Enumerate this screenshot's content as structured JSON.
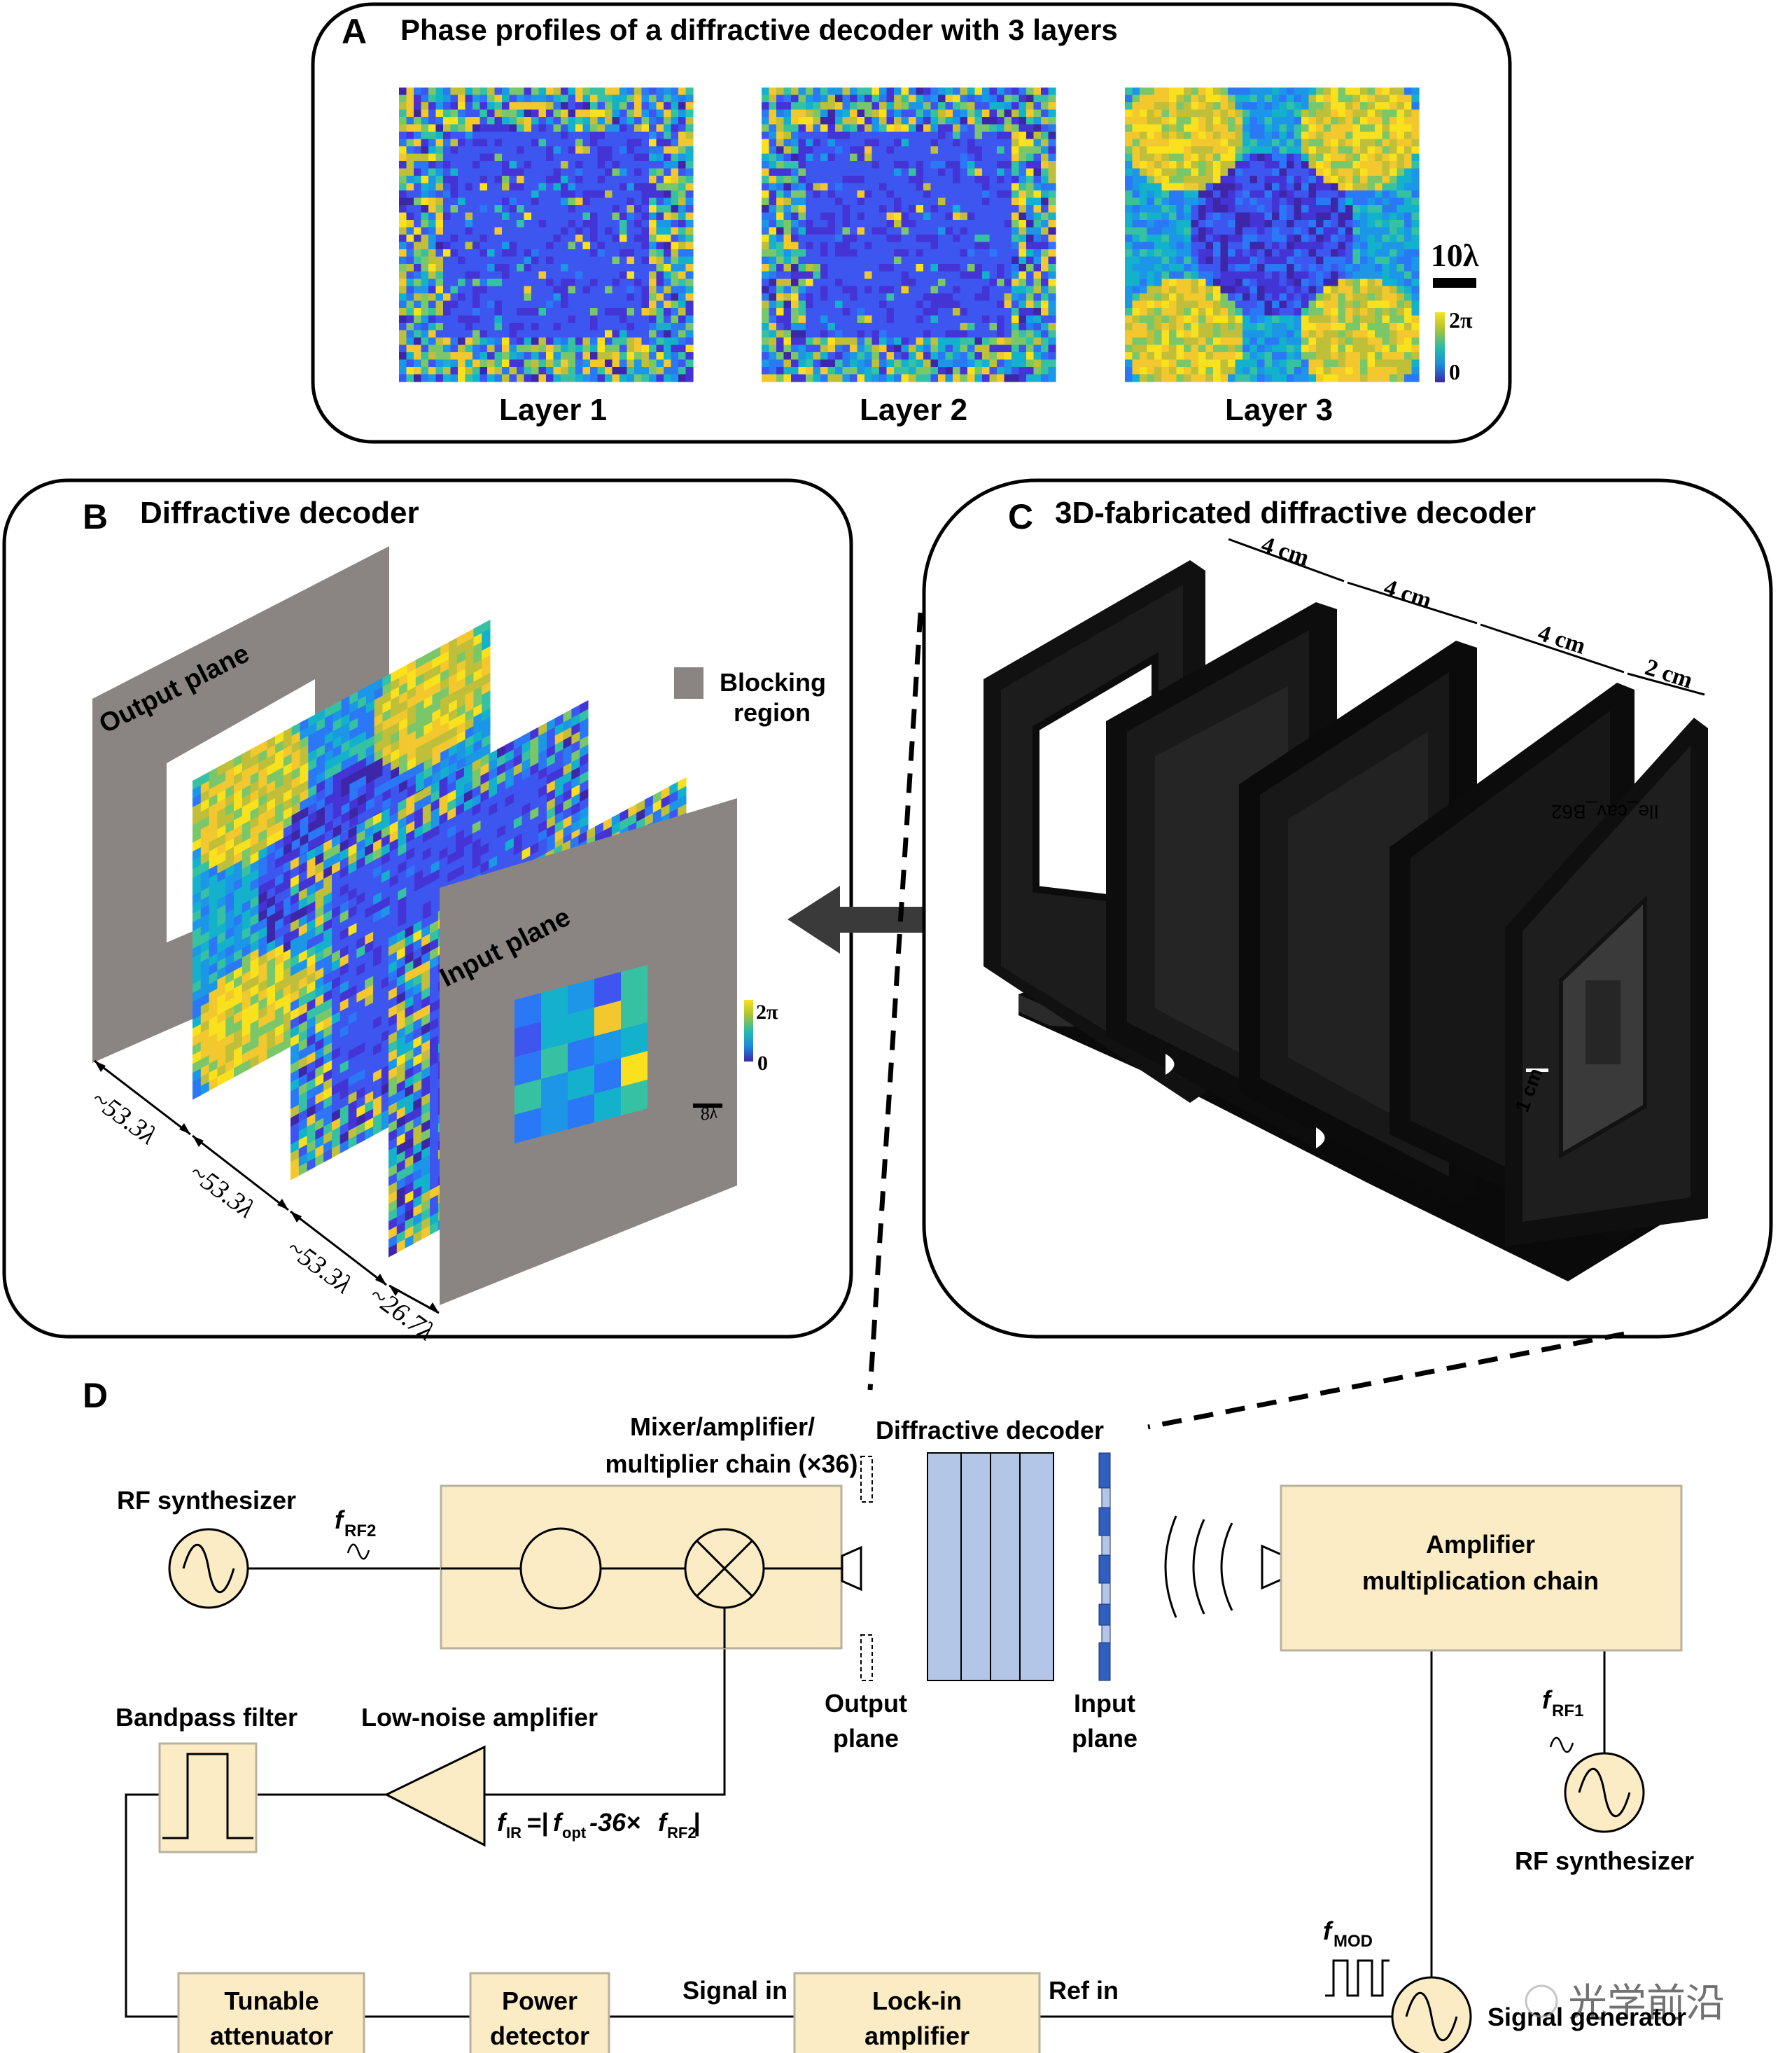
{
  "panels": {
    "a": {
      "letter": "A",
      "title": "Phase profiles of a diffractive decoder with 3 layers",
      "layers": [
        "Layer 1",
        "Layer 2",
        "Layer 3"
      ],
      "scale": "10λ",
      "cbar_max": "2π",
      "cbar_min": "0"
    },
    "b": {
      "letter": "B",
      "title": "Diffractive decoder",
      "output_plane": "Output plane",
      "input_plane": "Input plane",
      "legend": [
        "Blocking",
        "region"
      ],
      "cbar_max": "2π",
      "cbar_min": "0",
      "scale": "8λ",
      "distances": [
        "~53.3λ",
        "~53.3λ",
        "~53.3λ",
        "~26.7λ"
      ]
    },
    "c": {
      "letter": "C",
      "title": "3D-fabricated diffractive decoder",
      "dims": [
        "4 cm",
        "4 cm",
        "4 cm",
        "2 cm"
      ],
      "scale": "1 cm",
      "engraving": "Ile_cav_B62"
    },
    "d": {
      "letter": "D",
      "rf_synth_left": "RF synthesizer",
      "f_rf2": "RF2",
      "mixer_chain": [
        "Mixer/amplifier/",
        "multiplier chain (×36)"
      ],
      "decoder": "Diffractive decoder",
      "output_plane": [
        "Output",
        "plane"
      ],
      "input_plane": [
        "Input",
        "plane"
      ],
      "amp_chain": [
        "Amplifier",
        "multiplication chain"
      ],
      "f_rf1": "RF1",
      "rf_synth_right": "RF synthesizer",
      "bandpass": "Bandpass filter",
      "lna": "Low-noise amplifier",
      "f_ir": {
        "a": "IR",
        "b": "=|",
        "c": "opt",
        "d": "-36×",
        "e": "RF2",
        "f": "|"
      },
      "tunable": [
        "Tunable",
        "attenuator"
      ],
      "power": [
        "Power",
        "detector"
      ],
      "signal_in": "Signal in",
      "lockin": [
        "Lock-in",
        "amplifier"
      ],
      "ref_in": "Ref in",
      "f_mod": "MOD",
      "siggen": "Signal generator"
    },
    "watermark": "光学前沿"
  },
  "colors": {
    "box_fill": "#fbecc5",
    "box_stroke": "#b8b0a0",
    "decoder_fill": "#b4c6e7",
    "input_plane_blue": "#2f5fbf",
    "blocking_gray": "#8a8583"
  }
}
